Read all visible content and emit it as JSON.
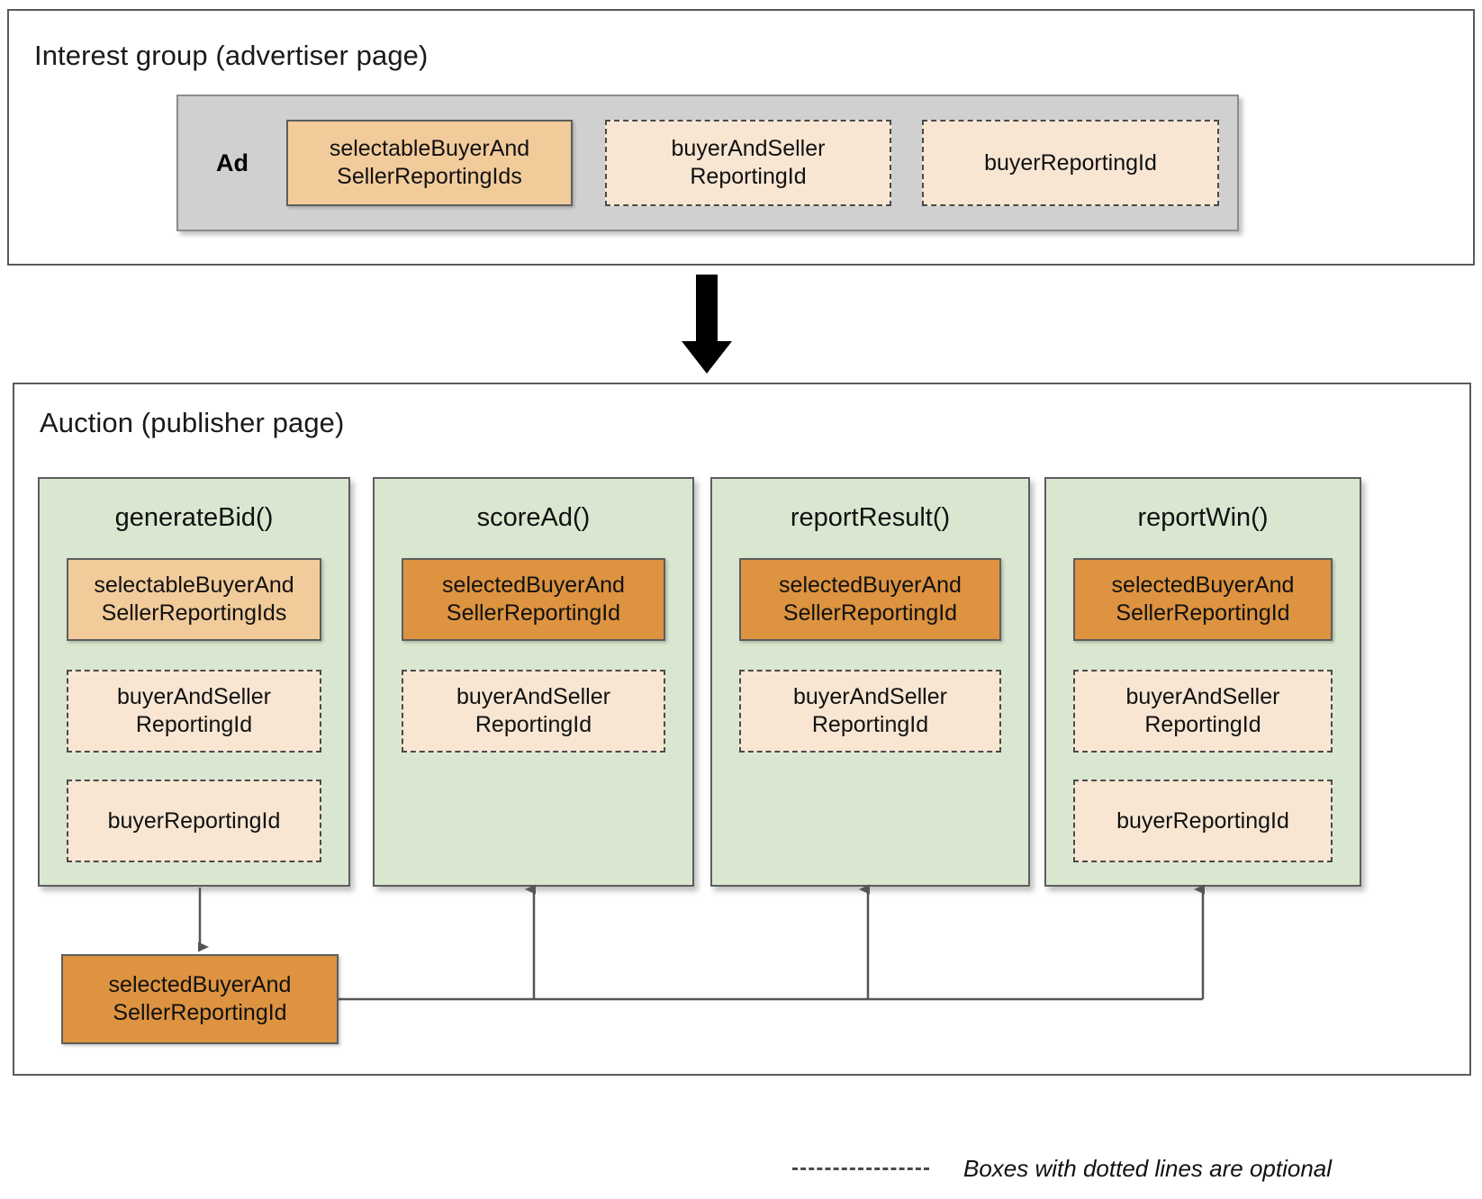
{
  "diagram": {
    "sections": [
      {
        "id": "interest-group",
        "title": "Interest group (advertiser page)",
        "ad_label": "Ad",
        "ad_fields": [
          {
            "label": "selectableBuyerAnd\nSellerReportingIds",
            "style": "solid-mid",
            "optional": false
          },
          {
            "label": "buyerAndSeller\nReportingId",
            "style": "dashed",
            "optional": true
          },
          {
            "label": "buyerReportingId",
            "style": "dashed",
            "optional": true
          }
        ]
      },
      {
        "id": "auction",
        "title": "Auction (publisher page)",
        "columns": [
          {
            "name": "generateBid()",
            "fields": [
              {
                "label": "selectableBuyerAnd\nSellerReportingIds",
                "style": "solid-mid",
                "optional": false
              },
              {
                "label": "buyerAndSeller\nReportingId",
                "style": "dashed",
                "optional": true
              },
              {
                "label": "buyerReportingId",
                "style": "dashed",
                "optional": true
              }
            ]
          },
          {
            "name": "scoreAd()",
            "fields": [
              {
                "label": "selectedBuyerAnd\nSellerReportingId",
                "style": "solid-dark",
                "optional": false
              },
              {
                "label": "buyerAndSeller\nReportingId",
                "style": "dashed",
                "optional": true
              }
            ]
          },
          {
            "name": "reportResult()",
            "fields": [
              {
                "label": "selectedBuyerAnd\nSellerReportingId",
                "style": "solid-dark",
                "optional": false
              },
              {
                "label": "buyerAndSeller\nReportingId",
                "style": "dashed",
                "optional": true
              }
            ]
          },
          {
            "name": "reportWin()",
            "fields": [
              {
                "label": "selectedBuyerAnd\nSellerReportingId",
                "style": "solid-dark",
                "optional": false
              },
              {
                "label": "buyerAndSeller\nReportingId",
                "style": "dashed",
                "optional": true
              },
              {
                "label": "buyerReportingId",
                "style": "dashed",
                "optional": true
              }
            ]
          }
        ],
        "output_box": {
          "label": "selectedBuyerAnd\nSellerReportingId",
          "style": "solid-dark"
        }
      }
    ],
    "legend": {
      "sample": "dashed-line-sample",
      "text": "Boxes with dotted lines are optional"
    },
    "colors": {
      "panel_border": "#5a5a5a",
      "ad_container_bg": "#d0d0d0",
      "ad_container_border": "#8c8c8c",
      "function_column_bg": "#d9e7d0",
      "solid_mid_bg": "#f2cb9b",
      "solid_dark_bg": "#dd9340",
      "dashed_bg": "#f8e6d2",
      "box_border": "#5d5d5d",
      "connector": "#555555",
      "flow_arrow": "#000000"
    }
  }
}
